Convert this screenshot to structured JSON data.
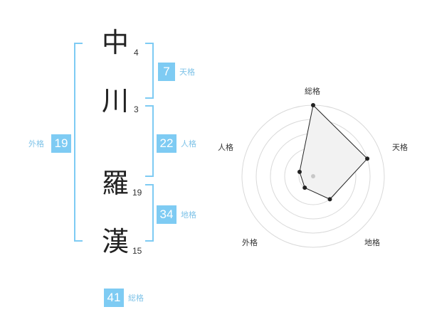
{
  "colors": {
    "accent": "#7ecbf3",
    "label": "#7fc3e8",
    "radar_fill": "#f2f2f2",
    "radar_line": "#222222",
    "ring": "#d9d9d9"
  },
  "characters": [
    {
      "char": "中",
      "strokes": "4"
    },
    {
      "char": "川",
      "strokes": "3"
    },
    {
      "char": "羅",
      "strokes": "19"
    },
    {
      "char": "漢",
      "strokes": "15"
    }
  ],
  "fortunes": {
    "tenkaku": {
      "value": "7",
      "label": "天格"
    },
    "jinkaku": {
      "value": "22",
      "label": "人格"
    },
    "chikaku": {
      "value": "34",
      "label": "地格"
    },
    "gaikaku": {
      "value": "19",
      "label": "外格"
    },
    "soukaku": {
      "value": "41",
      "label": "総格"
    }
  },
  "chart_data": {
    "type": "radar",
    "axes": [
      "総格",
      "天格",
      "地格",
      "外格",
      "人格"
    ],
    "scale_max": 5,
    "rings": 5,
    "values": [
      5,
      4,
      2,
      1,
      1
    ]
  }
}
